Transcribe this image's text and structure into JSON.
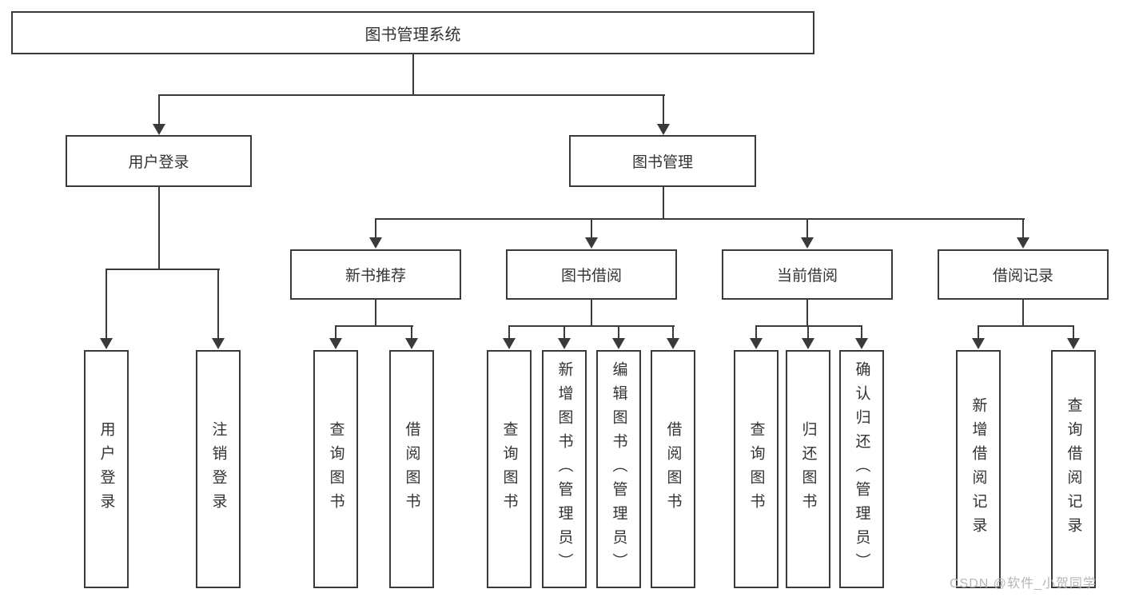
{
  "diagram": {
    "tree": {
      "label": "图书管理系统",
      "children": [
        {
          "label": "用户登录",
          "children": [
            {
              "label": "用户登录"
            },
            {
              "label": "注销登录"
            }
          ]
        },
        {
          "label": "图书管理",
          "children": [
            {
              "label": "新书推荐",
              "children": [
                {
                  "label": "查询图书"
                },
                {
                  "label": "借阅图书"
                }
              ]
            },
            {
              "label": "图书借阅",
              "children": [
                {
                  "label": "查询图书"
                },
                {
                  "label": "新增图书（管理员）"
                },
                {
                  "label": "编辑图书（管理员）"
                },
                {
                  "label": "借阅图书"
                }
              ]
            },
            {
              "label": "当前借阅",
              "children": [
                {
                  "label": "查询图书"
                },
                {
                  "label": "归还图书"
                },
                {
                  "label": "确认归还（管理员）"
                }
              ]
            },
            {
              "label": "借阅记录",
              "children": [
                {
                  "label": "新增借阅记录"
                },
                {
                  "label": "查询借阅记录"
                }
              ]
            }
          ]
        }
      ]
    },
    "watermark": "CSDN @软件_小贺同学",
    "colors": {
      "line": "#3a3a3a",
      "text": "#333333",
      "watermark": "#b5b5b5",
      "background": "#ffffff"
    }
  }
}
